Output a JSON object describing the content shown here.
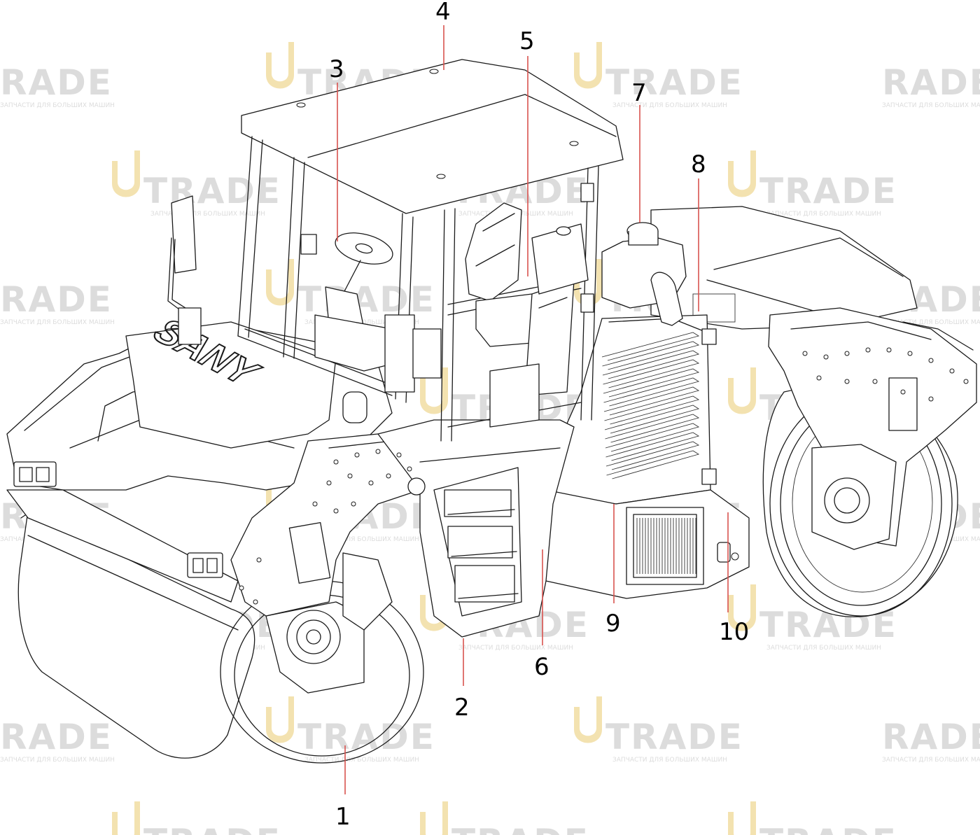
{
  "watermark": {
    "brand_main": "TRADE",
    "brand_partial": "RADE",
    "brand_tagline": "ЗАПЧАСТИ ДЛЯ БОЛЬШИХ МАШИН",
    "color_logo": "#f3e2b0",
    "color_text": "#dcdcdc"
  },
  "machine": {
    "logo_text": "SANY"
  },
  "colors": {
    "line": "#1a1a1a",
    "leader": "#d9534f",
    "background": "#ffffff"
  },
  "callouts": [
    {
      "id": "1",
      "label": "1"
    },
    {
      "id": "2",
      "label": "2"
    },
    {
      "id": "3",
      "label": "3"
    },
    {
      "id": "4",
      "label": "4"
    },
    {
      "id": "5",
      "label": "5"
    },
    {
      "id": "6",
      "label": "6"
    },
    {
      "id": "7",
      "label": "7"
    },
    {
      "id": "8",
      "label": "8"
    },
    {
      "id": "9",
      "label": "9"
    },
    {
      "id": "10",
      "label": "10"
    }
  ]
}
